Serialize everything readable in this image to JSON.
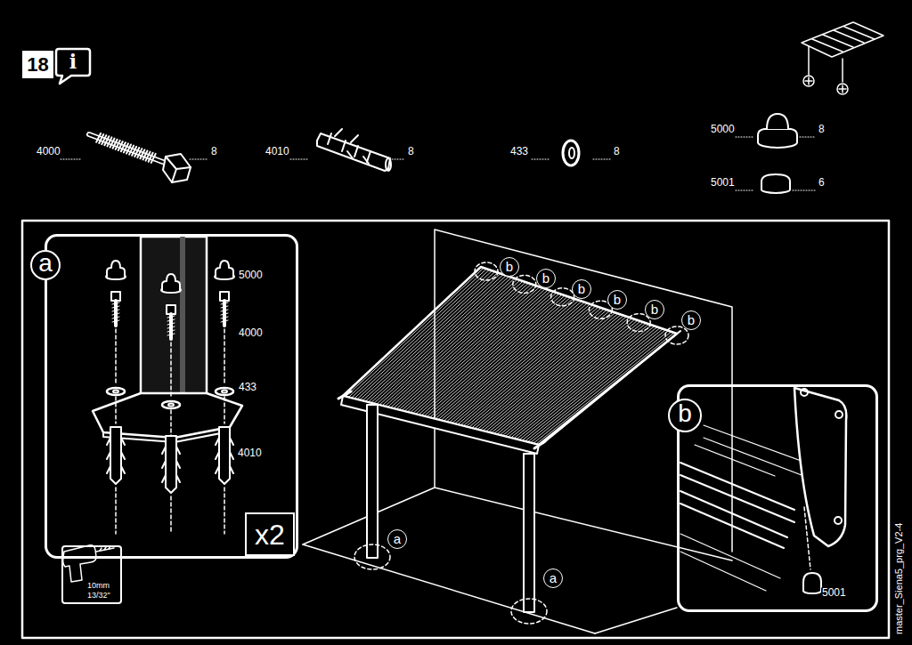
{
  "diagram": {
    "nodes": [
      {
        "text": [
          "18"
        ]
      },
      {
        "text": [
          "a"
        ]
      },
      {
        "text": [
          "x2"
        ],
        "in": 1
      },
      {
        "text": [
          "10mm 13/32\""
        ],
        "in": 1
      },
      {
        "text": [
          "a"
        ]
      },
      {
        "text": [
          "a"
        ]
      },
      {
        "text": [
          "b"
        ]
      },
      {
        "text": [
          "b"
        ]
      },
      {
        "text": [
          "b"
        ]
      },
      {
        "text": [
          "b"
        ]
      },
      {
        "text": [
          "b"
        ]
      },
      {
        "text": [
          "b"
        ]
      },
      {
        "text": [
          "b"
        ]
      }
    ],
    "labels": [
      "i",
      "4000",
      "8",
      "4010",
      "8",
      "433",
      "8",
      "5000",
      "8",
      "5001",
      "6",
      "5000",
      "4000",
      "433",
      "4010",
      "5001",
      "master_Siena5_prg_V2-4"
    ]
  }
}
